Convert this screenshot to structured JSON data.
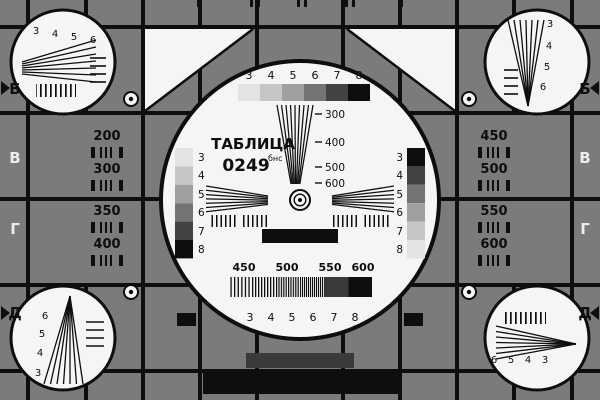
{
  "colors": {
    "background": "#7b7b7b",
    "ink": "#0e0e0e",
    "paper": "#f5f5f5"
  },
  "card": {
    "title": "ТАБЛИЦА",
    "code": "0249",
    "code_suffix": "бнс"
  },
  "row_markers": {
    "left": [
      "Б",
      "В",
      "Г",
      "Д"
    ],
    "right": [
      "Б",
      "В",
      "Г",
      "Д"
    ]
  },
  "corner_wedge_labels": {
    "top_left": [
      "3",
      "4",
      "5",
      "6"
    ],
    "top_right": [
      "3",
      "4",
      "5",
      "6"
    ],
    "bottom_left": [
      "6",
      "5",
      "4",
      "3"
    ],
    "bottom_right": [
      "6",
      "5",
      "4",
      "3"
    ]
  },
  "center": {
    "top_staircase_labels": [
      "3",
      "4",
      "5",
      "6",
      "7",
      "8"
    ],
    "wedge_line_marks": [
      "300",
      "400",
      "500",
      "600"
    ],
    "left_staircase_labels": [
      "3",
      "4",
      "5",
      "6",
      "7",
      "8"
    ],
    "right_staircase_labels": [
      "3",
      "4",
      "5",
      "6",
      "7",
      "8"
    ],
    "burst_frequency_labels": [
      "450",
      "500",
      "550",
      "600"
    ],
    "bottom_staircase_labels": [
      "3",
      "4",
      "5",
      "6",
      "7",
      "8"
    ]
  },
  "side_panels": {
    "left_values": [
      "200",
      "300",
      "350",
      "400"
    ],
    "right_values": [
      "450",
      "500",
      "550",
      "600"
    ]
  }
}
